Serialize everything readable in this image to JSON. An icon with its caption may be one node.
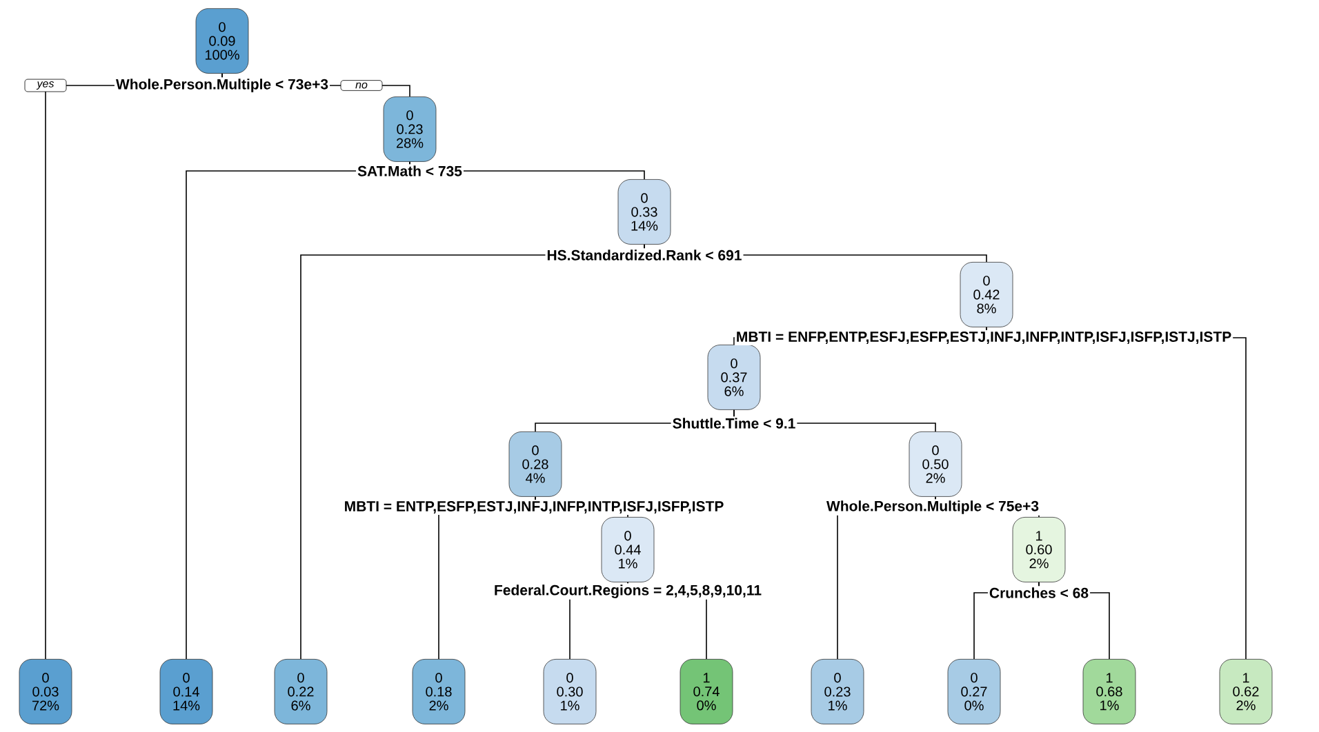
{
  "diagram": {
    "nodes": [
      {
        "text": [
          "0",
          "0.09",
          "100%"
        ],
        "beside": [
          "Whole.Person.Multiple < 73e+3"
        ]
      },
      {
        "text": [
          "0",
          "0.03",
          "72%"
        ]
      },
      {
        "text": [
          "0",
          "0.23",
          "28%"
        ],
        "beside": [
          "SAT.Math < 735"
        ]
      },
      {
        "text": [
          "0",
          "0.14",
          "14%"
        ]
      },
      {
        "text": [
          "0",
          "0.33",
          "14%"
        ],
        "beside": [
          "HS.Standardized.Rank < 691"
        ]
      },
      {
        "text": [
          "0",
          "0.22",
          "6%"
        ]
      },
      {
        "text": [
          "0",
          "0.42",
          "8%"
        ],
        "beside": [
          "MBTI = ENFP,ENTP,ESFJ,ESFP,ESTJ,INFJ,INFP,INTP,ISFJ,ISFP,ISTJ,ISTP"
        ]
      },
      {
        "text": [
          "0",
          "0.37",
          "6%"
        ],
        "beside": [
          "Shuttle.Time < 9.1"
        ]
      },
      {
        "text": [
          "0",
          "0.28",
          "4%"
        ],
        "beside": [
          "MBTI = ENTP,ESFP,ESTJ,INFJ,INFP,INTP,ISFJ,ISFP,ISTP"
        ]
      },
      {
        "text": [
          "0",
          "0.18",
          "2%"
        ]
      },
      {
        "text": [
          "0",
          "0.44",
          "1%"
        ],
        "beside": [
          "Federal.Court.Regions = 2,4,5,8,9,10,11"
        ]
      },
      {
        "text": [
          "0",
          "0.30",
          "1%"
        ]
      },
      {
        "text": [
          "1",
          "0.74",
          "0%"
        ]
      },
      {
        "text": [
          "0",
          "0.50",
          "2%"
        ],
        "beside": [
          "Whole.Person.Multiple < 75e+3"
        ]
      },
      {
        "text": [
          "0",
          "0.23",
          "1%"
        ]
      },
      {
        "text": [
          "1",
          "0.60",
          "2%"
        ],
        "beside": [
          "Crunches < 68"
        ]
      },
      {
        "text": [
          "0",
          "0.27",
          "0%"
        ]
      },
      {
        "text": [
          "1",
          "0.68",
          "1%"
        ]
      },
      {
        "text": [
          "1",
          "0.62",
          "2%"
        ]
      }
    ],
    "edges": [
      {
        "from": 0,
        "to": 1,
        "arrow": "none",
        "label": "yes"
      },
      {
        "from": 0,
        "to": 2,
        "arrow": "none",
        "label": "no"
      },
      {
        "from": 2,
        "to": 3,
        "arrow": "none"
      },
      {
        "from": 2,
        "to": 4,
        "arrow": "none"
      },
      {
        "from": 4,
        "to": 5,
        "arrow": "none"
      },
      {
        "from": 4,
        "to": 6,
        "arrow": "none"
      },
      {
        "from": 6,
        "to": 7,
        "arrow": "none"
      },
      {
        "from": 6,
        "to": 18,
        "arrow": "none"
      },
      {
        "from": 7,
        "to": 8,
        "arrow": "none"
      },
      {
        "from": 7,
        "to": 13,
        "arrow": "none"
      },
      {
        "from": 8,
        "to": 9,
        "arrow": "none"
      },
      {
        "from": 8,
        "to": 10,
        "arrow": "none"
      },
      {
        "from": 10,
        "to": 11,
        "arrow": "none"
      },
      {
        "from": 10,
        "to": 12,
        "arrow": "none"
      },
      {
        "from": 13,
        "to": 14,
        "arrow": "none"
      },
      {
        "from": 13,
        "to": 15,
        "arrow": "none"
      },
      {
        "from": 15,
        "to": 16,
        "arrow": "none"
      },
      {
        "from": 15,
        "to": 17,
        "arrow": "none"
      }
    ]
  }
}
